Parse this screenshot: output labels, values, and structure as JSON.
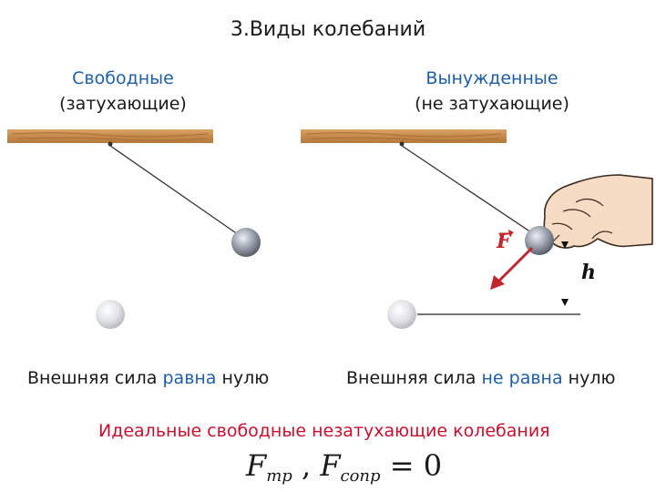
{
  "slide": {
    "title": "3.Виды колебаний"
  },
  "free": {
    "title_line1": "Свободные",
    "title_line2": "(затухающие)",
    "caption_prefix": "Внешняя сила ",
    "caption_highlight": "равна",
    "caption_suffix": " нулю"
  },
  "forced": {
    "title_line1": "Вынужденные",
    "title_line2": "(не затухающие)",
    "caption_prefix": "Внешняя сила ",
    "caption_highlight": "не равна",
    "caption_suffix": " нулю",
    "force_label": "F",
    "height_label": "h"
  },
  "bottom": {
    "ideal_text": "Идеальные свободные незатухающие колебания",
    "formula_f1": "F",
    "formula_sub1": "тр",
    "formula_sep": " , ",
    "formula_f2": "F",
    "formula_sub2": "сопр",
    "formula_eq": " = 0"
  },
  "colors": {
    "text": "#1a1a1a",
    "accent_blue": "#1f5fa6",
    "accent_red": "#c8102e",
    "wood": "#c89055",
    "force_arrow": "#c0262b"
  }
}
